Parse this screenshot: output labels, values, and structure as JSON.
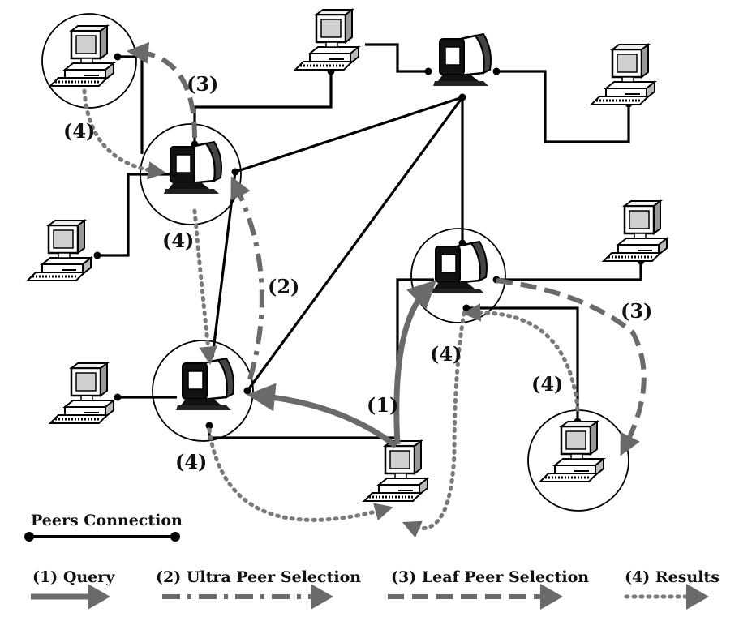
{
  "step_labels": {
    "query": "(1)",
    "ultra_peer_selection": "(2)",
    "leaf_peer_selection": "(3)",
    "results": "(4)"
  },
  "legend": {
    "peers_connection": "Peers Connection",
    "query": "(1) Query",
    "ultra_peer_selection": "(2) Ultra Peer Selection",
    "leaf_peer_selection": "(3) Leaf Peer Selection",
    "results": "(4) Results"
  },
  "nodes": {
    "ultra_peer_icon": "crt-monitor-icon",
    "leaf_peer_icon": "desktop-computer-icon"
  },
  "colors": {
    "connection": "#000000",
    "flow_arrows": "#6a6a6a",
    "background": "#ffffff"
  }
}
